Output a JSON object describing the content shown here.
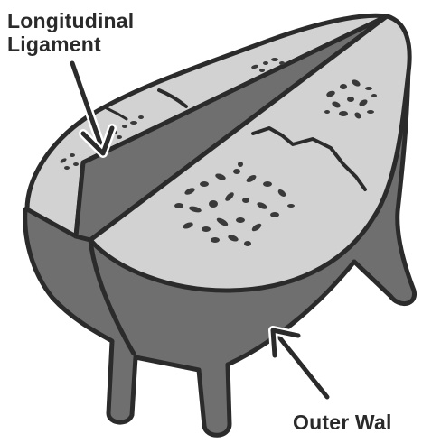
{
  "labels": {
    "longitudinal_line1": "Longitudinal",
    "longitudinal_line2": "Ligament",
    "outer_wall": "Outer Wal"
  },
  "colors": {
    "outline": "#2b2b2b",
    "wall_fill": "#6f6f6f",
    "face_fill": "#d2d2d2",
    "background": "#ffffff"
  }
}
